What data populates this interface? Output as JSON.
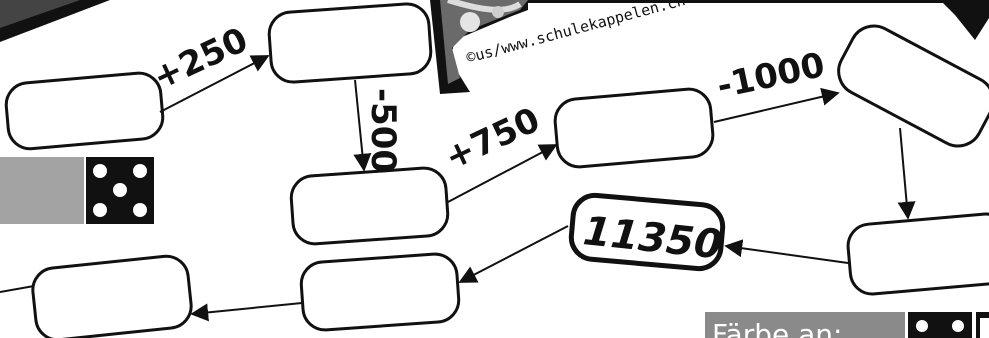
{
  "header": {
    "credit": "©us/www.schulekappelen.ch"
  },
  "operations": {
    "op1": "+250",
    "op2": "-500",
    "op3": "+750",
    "op4": "-1000"
  },
  "boxes": {
    "start_value": "11350"
  },
  "footer": {
    "label": "Färbe an:"
  },
  "colors": {
    "ink": "#111111",
    "gray_swatch": "#a3a3a3",
    "photo_bg": "#3a3a3a"
  }
}
